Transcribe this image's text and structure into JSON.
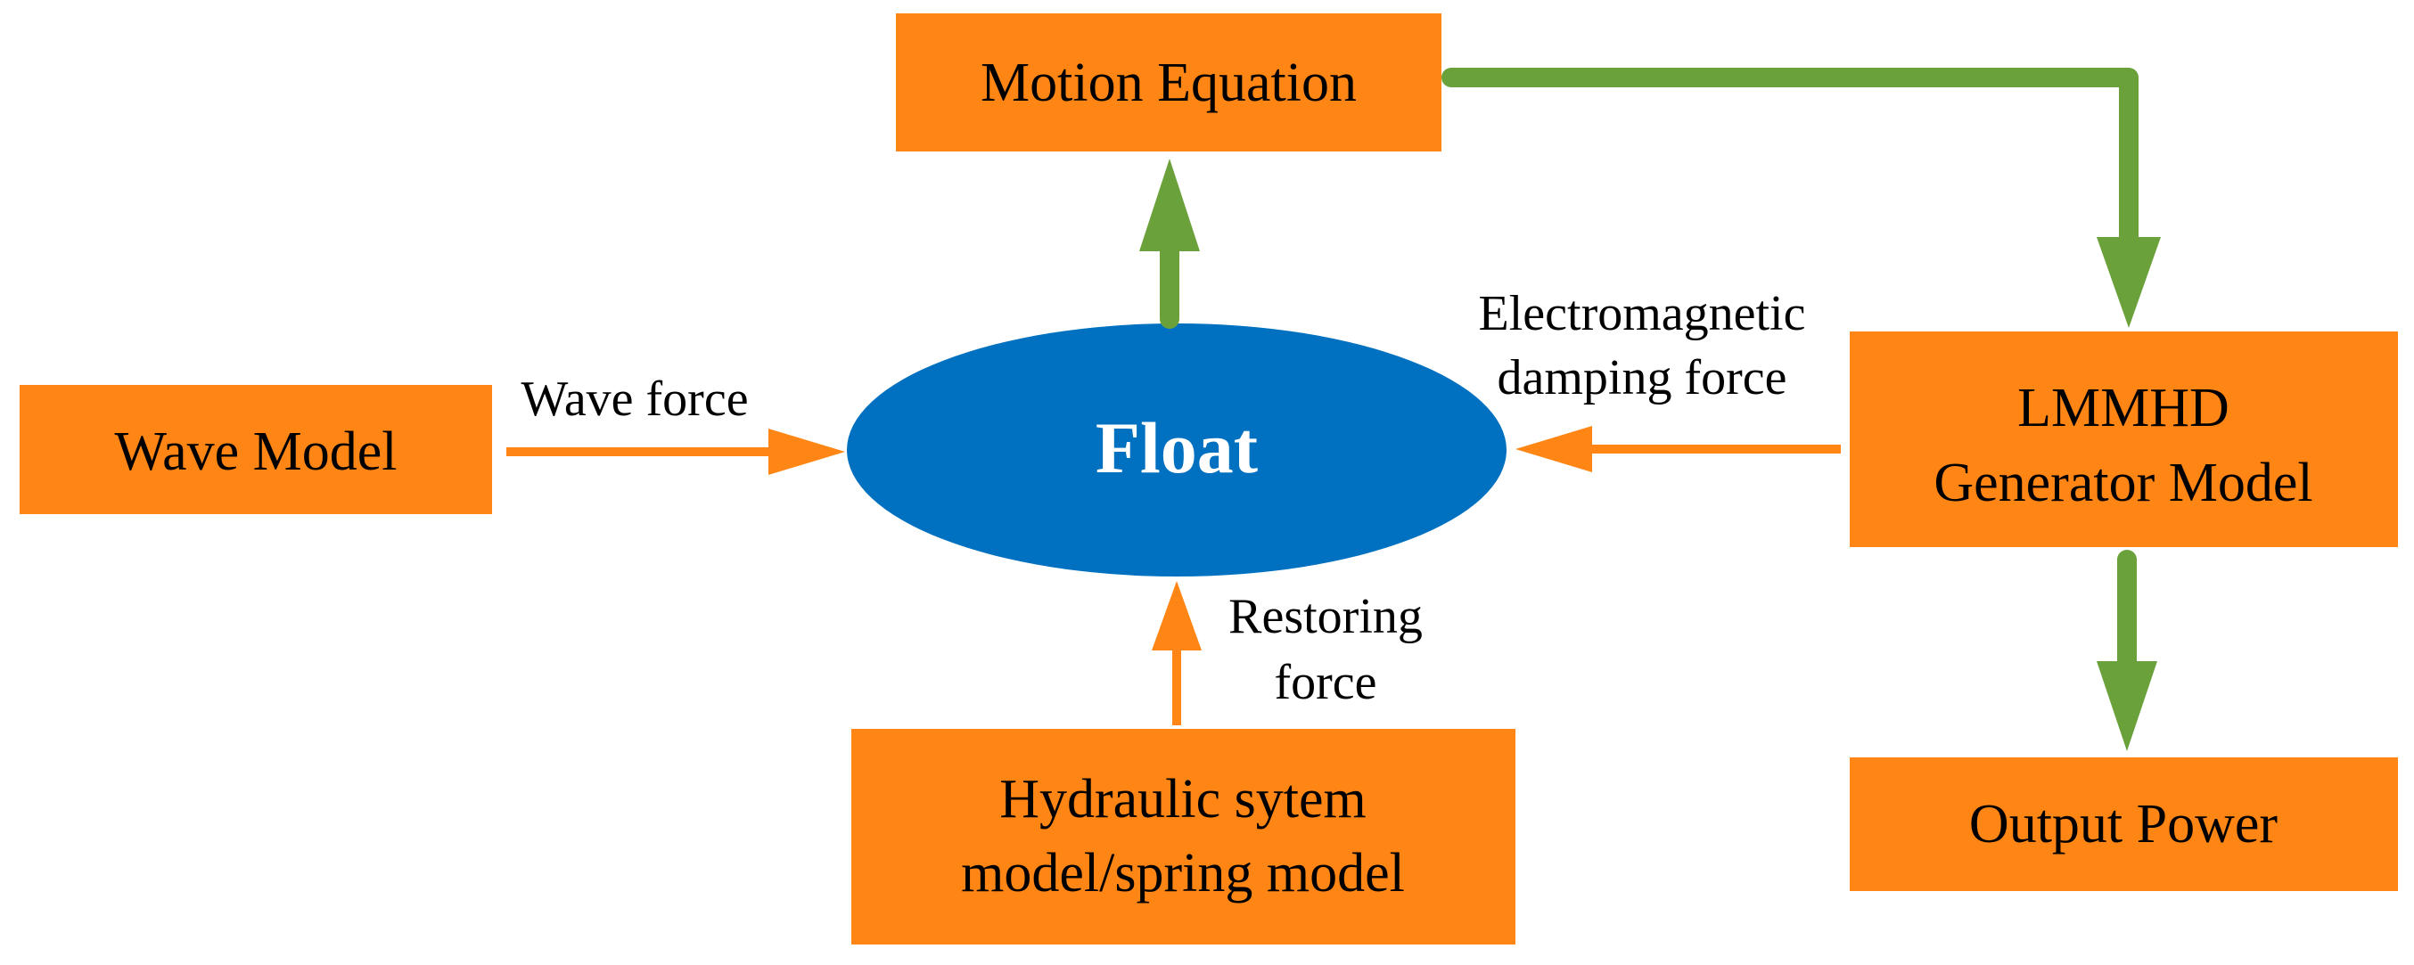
{
  "colors": {
    "box_fill": "#FF8514",
    "float_fill": "#0070C0",
    "force_arrow": "#FF8514",
    "flow_arrow": "#6AA13B",
    "text": "#000000",
    "float_text": "#FFFFFF"
  },
  "nodes": {
    "wave_model": "Wave Model",
    "motion_equation": "Motion Equation",
    "float": "Float",
    "generator_line1": "LMMHD",
    "generator_line2": "Generator Model",
    "hydraulic_line1": "Hydraulic sytem",
    "hydraulic_line2": "model/spring model",
    "output_power": "Output Power"
  },
  "edges": {
    "wave_force": "Wave force",
    "em_damping_line1": "Electromagnetic",
    "em_damping_line2": "damping force",
    "restoring_line1": "Restoring",
    "restoring_line2": "force"
  }
}
